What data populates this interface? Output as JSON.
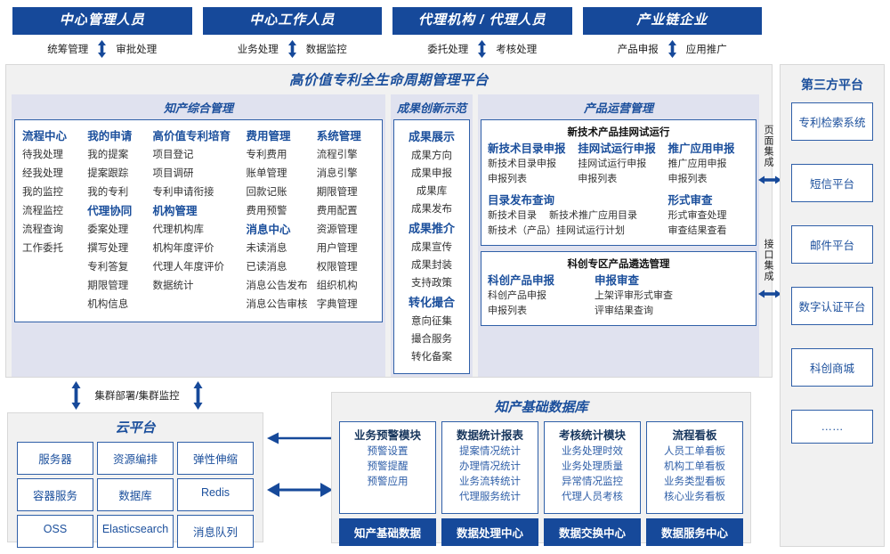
{
  "roles": [
    {
      "title": "中心管理人员",
      "left": "统筹管理",
      "right": "审批处理"
    },
    {
      "title": "中心工作人员",
      "left": "业务处理",
      "right": "数据监控"
    },
    {
      "title": "代理机构 / 代理人员",
      "left": "委托处理",
      "right": "考核处理"
    },
    {
      "title": "产业链企业",
      "left": "产品申报",
      "right": "应用推广"
    }
  ],
  "platform": {
    "title": "高价值专利全生命周期管理平台",
    "zhichan": {
      "title": "知产综合管理",
      "columns": [
        {
          "groups": [
            {
              "head": "流程中心",
              "items": [
                "待我处理",
                "经我处理",
                "我的监控",
                "流程监控",
                "流程查询",
                "工作委托"
              ]
            }
          ]
        },
        {
          "groups": [
            {
              "head": "我的申请",
              "items": [
                "我的提案",
                "提案跟踪",
                "我的专利"
              ]
            },
            {
              "head": "代理协同",
              "items": [
                "委案处理",
                "撰写处理",
                "专利答复",
                "期限管理",
                "机构信息"
              ]
            }
          ]
        },
        {
          "groups": [
            {
              "head": "高价值专利培育",
              "items": [
                "项目登记",
                "项目调研",
                "专利申请衔接"
              ]
            },
            {
              "head": "机构管理",
              "items": [
                "代理机构库",
                "机构年度评价",
                "代理人年度评价",
                "数据统计"
              ]
            }
          ]
        },
        {
          "groups": [
            {
              "head": "费用管理",
              "items": [
                "专利费用",
                "账单管理",
                "回款记账",
                "费用预警"
              ]
            },
            {
              "head": "消息中心",
              "items": [
                "未读消息",
                "已读消息",
                "消息公告发布",
                "消息公告审核"
              ]
            }
          ]
        },
        {
          "groups": [
            {
              "head": "系统管理",
              "items": [
                "流程引擎",
                "消息引擎",
                "期限管理",
                "费用配置",
                "资源管理",
                "用户管理",
                "权限管理",
                "组织机构",
                "字典管理"
              ]
            }
          ]
        }
      ]
    },
    "chengguo": {
      "title": "成果创新示范",
      "groups": [
        {
          "head": "成果展示",
          "items": [
            "成果方向",
            "成果申报",
            "成果库",
            "成果发布"
          ]
        },
        {
          "head": "成果推介",
          "items": [
            "成果宣传",
            "成果封装",
            "支持政策"
          ]
        },
        {
          "head": "转化撮合",
          "items": [
            "意向征集",
            "撮合服务",
            "转化备案"
          ]
        }
      ]
    },
    "chanpin": {
      "title": "产品运营管理",
      "box1": {
        "sub_title": "新技术产品挂网试运行",
        "row1": [
          {
            "head": "新技术目录申报",
            "items": [
              "新技术目录申报",
              "申报列表"
            ]
          },
          {
            "head": "挂网试运行申报",
            "items": [
              "挂网试运行申报",
              "申报列表"
            ]
          },
          {
            "head": "推广应用申报",
            "items": [
              "推广应用申报",
              "申报列表"
            ]
          }
        ],
        "row2_left": {
          "head": "目录发布查询",
          "inline": [
            "新技术目录",
            "新技术推广应用目录"
          ],
          "item2": "新技术（产品）挂网试运行计划"
        },
        "row2_right": {
          "head": "形式审查",
          "items": [
            "形式审查处理",
            "审查结果查看"
          ]
        }
      },
      "box2": {
        "sub_title": "科创专区产品遴选管理",
        "cols": [
          {
            "head": "科创产品申报",
            "items": [
              "科创产品申报",
              "申报列表"
            ]
          },
          {
            "head": "申报审查",
            "items": [
              "上架评审形式审查",
              "评审结果查询"
            ]
          }
        ]
      }
    }
  },
  "integration": {
    "page_label": "页面集成",
    "api_label": "接口集成"
  },
  "third_party": {
    "title": "第三方平台",
    "items": [
      "专利检索系统",
      "短信平台",
      "邮件平台",
      "数字认证平台",
      "科创商城",
      "……"
    ]
  },
  "cluster_label": "集群部署/集群监控",
  "cloud": {
    "title": "云平台",
    "cells": [
      "服务器",
      "资源编排",
      "弹性伸缩",
      "容器服务",
      "数据库",
      "Redis",
      "OSS",
      "Elasticsearch",
      "消息队列"
    ]
  },
  "kdb": {
    "title": "知产基础数据库",
    "columns": [
      {
        "head": "业务预警模块",
        "items": [
          "预警设置",
          "预警提醒",
          "预警应用"
        ],
        "foot": "知产基础数据"
      },
      {
        "head": "数据统计报表",
        "items": [
          "提案情况统计",
          "办理情况统计",
          "业务流转统计",
          "代理服务统计"
        ],
        "foot": "数据处理中心"
      },
      {
        "head": "考核统计模块",
        "items": [
          "业务处理时效",
          "业务处理质量",
          "异常情况监控",
          "代理人员考核"
        ],
        "foot": "数据交换中心"
      },
      {
        "head": "流程看板",
        "items": [
          "人员工单看板",
          "机构工单看板",
          "业务类型看板",
          "核心业务看板"
        ],
        "foot": "数据服务中心"
      }
    ]
  },
  "colors": {
    "brand_dark": "#16499a",
    "brand": "#1b4f9c",
    "border": "#2f5fa8",
    "panel_bg": "#e0e2ef",
    "frame_bg": "#f1f1f1"
  }
}
